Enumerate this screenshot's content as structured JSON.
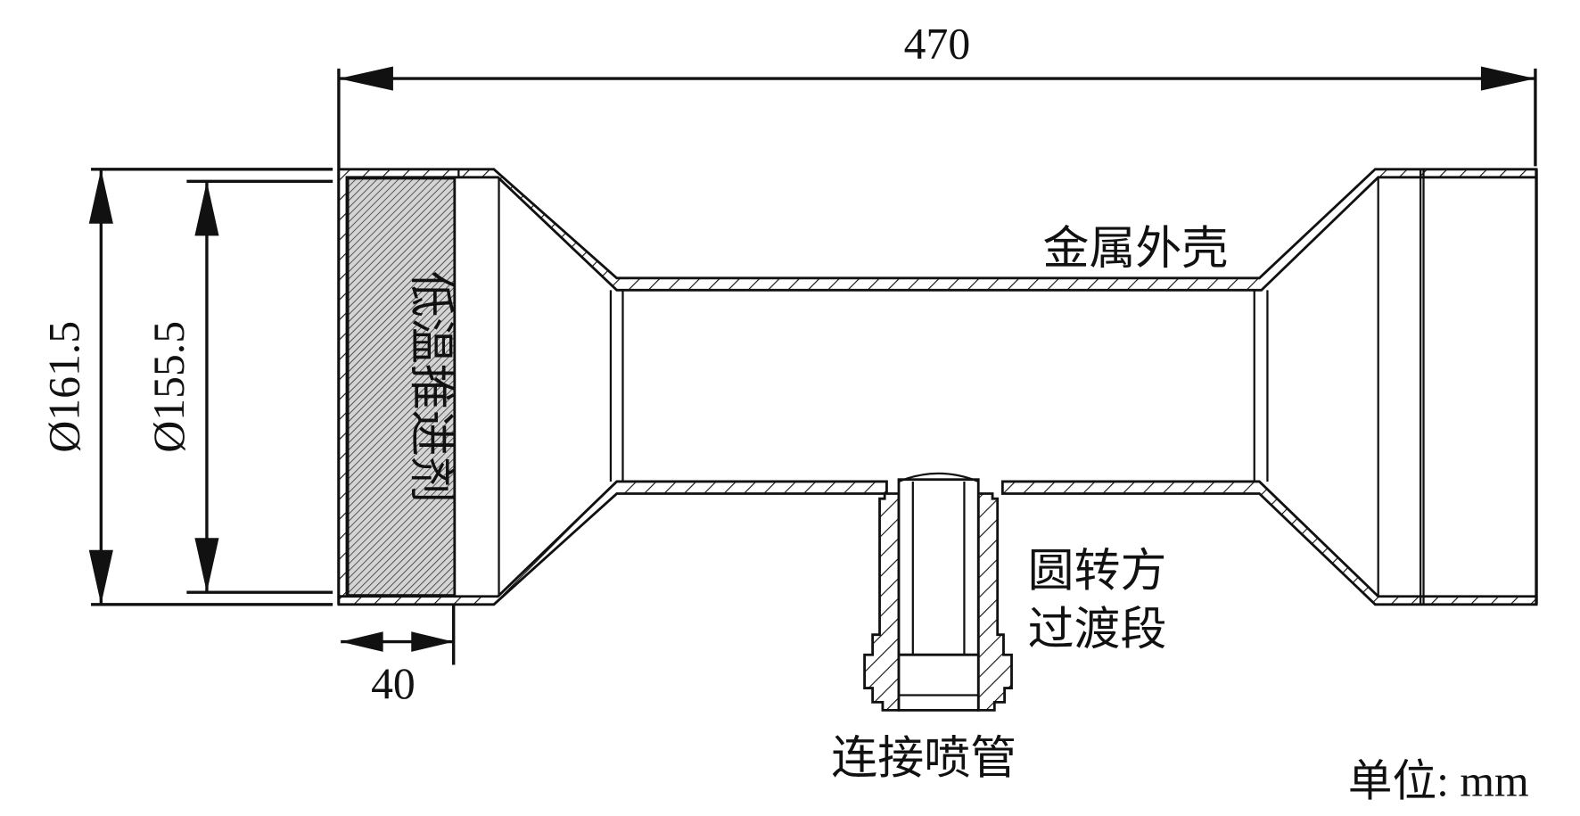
{
  "dimensions": {
    "overall_length": "470",
    "outer_diameter": "Ø161.5",
    "inner_diameter": "Ø155.5",
    "propellant_length": "40"
  },
  "labels": {
    "propellant": "低温推进剂",
    "metal_shell": "金属外壳",
    "transition_line1": "圆转方",
    "transition_line2": "过渡段",
    "nozzle_connection": "连接喷管",
    "unit": "单位: mm"
  },
  "colors": {
    "line": "#111111",
    "propellant_fill": "#c8c8c8"
  }
}
